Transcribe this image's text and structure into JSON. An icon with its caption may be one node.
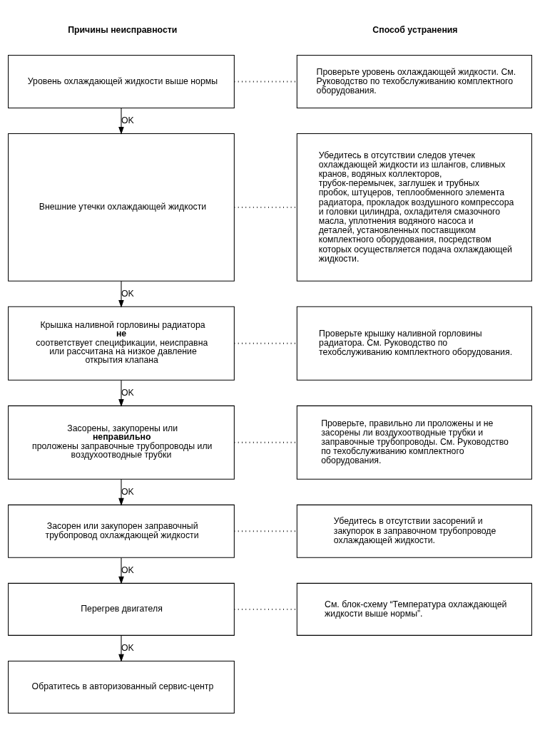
{
  "diagram": {
    "nodes": [
      {
        "text": [
          "Уровень охлаждающей жидкости выше нормы"
        ]
      },
      {
        "text": [
          "Проверьте уровень охлаждающей жидкости. См. Руководство по техобслуживанию комплектного оборудования."
        ]
      },
      {
        "text": [
          "Внешние утечки охлаждающей жидкости"
        ]
      },
      {
        "text": [
          "Убедитесь в отсутствии следов утечек охлаждающей жидкости из шлангов, сливных кранов, водяных коллекторов, трубок-перемычек, заглушек и трубных пробок, штуцеров, теплообменного элемента радиатора, прокладок воздушного компрессора и головки цилиндра, охладителя смазочного масла, уплотнения водяного насоса и деталей, установленных поставщиком комплектного оборудования, посредством которых осуществляется подача охлаждающей жидкости."
        ]
      },
      {
        "text": [
          "Крышка наливной горловины радиатора **не** соответствует спецификации, неисправна или рассчитана на низкое давление открытия клапана"
        ]
      },
      {
        "text": [
          "Проверьте крышку наливной горловины радиатора. См. Руководство по техобслуживанию комплектного оборудования."
        ]
      },
      {
        "text": [
          "Засорены, закупорены или **неправильно** проложены заправочные трубопроводы или воздухоотводные трубки"
        ]
      },
      {
        "text": [
          "Проверьте, правильно ли проложены и не засорены ли воздухоотводные трубки и заправочные трубопроводы. См. Руководство по техобслуживанию комплектного оборудования."
        ]
      },
      {
        "text": [
          "Засорен или закупорен заправочный трубопровод охлаждающей жидкости"
        ]
      },
      {
        "text": [
          "Убедитесь в отсутствии засорений и закупорок в заправочном трубопроводе охлаждающей жидкости."
        ]
      },
      {
        "text": [
          "Перегрев двигателя"
        ]
      },
      {
        "text": [
          "См. блок-схему “Температура охлаждающей жидкости выше нормы”."
        ]
      },
      {
        "text": [
          "Обратитесь в авторизованный сервис-центр"
        ]
      }
    ],
    "edges": [
      {
        "from": 0,
        "to": 1,
        "arrow": "none",
        "style": "dashed"
      },
      {
        "from": 0,
        "to": 2,
        "arrow": "to",
        "label": "OK"
      },
      {
        "from": 2,
        "to": 3,
        "arrow": "none",
        "style": "dashed"
      },
      {
        "from": 2,
        "to": 4,
        "arrow": "to",
        "label": "OK"
      },
      {
        "from": 4,
        "to": 5,
        "arrow": "none",
        "style": "dashed"
      },
      {
        "from": 4,
        "to": 6,
        "arrow": "to",
        "label": "OK"
      },
      {
        "from": 6,
        "to": 7,
        "arrow": "none",
        "style": "dashed"
      },
      {
        "from": 6,
        "to": 8,
        "arrow": "to",
        "label": "OK"
      },
      {
        "from": 8,
        "to": 9,
        "arrow": "none",
        "style": "dashed"
      },
      {
        "from": 8,
        "to": 10,
        "arrow": "to",
        "label": "OK"
      },
      {
        "from": 10,
        "to": 11,
        "arrow": "none",
        "style": "dashed"
      },
      {
        "from": 10,
        "to": 12,
        "arrow": "to",
        "label": "OK"
      }
    ],
    "labels": [
      "Причины неисправности",
      "Способ устранения"
    ]
  }
}
